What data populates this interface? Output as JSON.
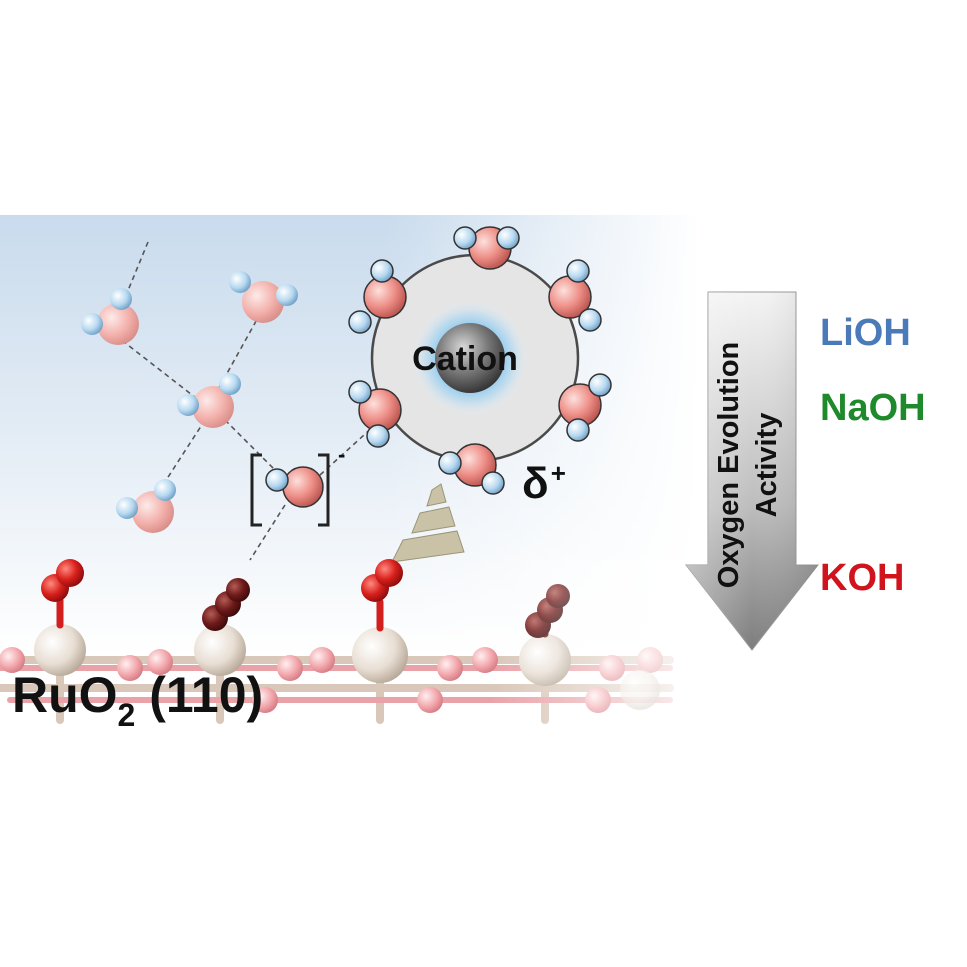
{
  "surface_label": {
    "main": "RuO",
    "sub": "2",
    "rest": " (110)"
  },
  "cation_label": "Cation",
  "charge_label": {
    "symbol": "δ",
    "sign": "+"
  },
  "anion_charge": "-",
  "arrow_label": {
    "line1": "Oxygen Evolution",
    "line2": "Activity"
  },
  "electrolytes": [
    {
      "name": "LiOH",
      "color": "#4a7ab8"
    },
    {
      "name": "NaOH",
      "color": "#1f8a2c"
    },
    {
      "name": "KOH",
      "color": "#d0131c"
    }
  ],
  "colors": {
    "oxygen_water": "#e88a85",
    "hydrogen": "#a9d0ec",
    "lattice_O_active": "#d11f1f",
    "lattice_O_oxo": "#6e1a1a",
    "ruthenium": "#e9e0d6",
    "lattice_O": "#f1a3a8",
    "cation": "#6f6f6f",
    "glow": "#5fb7ee"
  }
}
